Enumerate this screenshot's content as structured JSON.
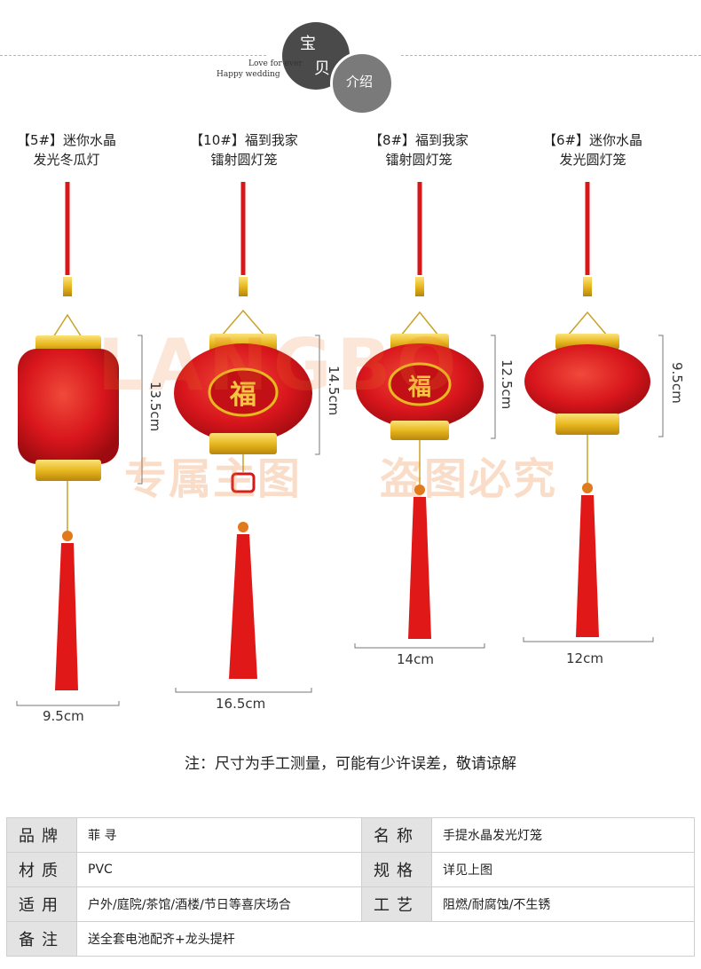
{
  "header": {
    "title_char1": "宝",
    "title_char2": "贝",
    "title_sub": "介绍",
    "tagline1": "Love for ever",
    "tagline2": "Happy wedding"
  },
  "products": [
    {
      "label_line1": "【5#】迷你水晶",
      "label_line2": "发光冬瓜灯",
      "height": "13.5cm",
      "width": "9.5cm"
    },
    {
      "label_line1": "【10#】福到我家",
      "label_line2": "镭射圆灯笼",
      "height": "14.5cm",
      "width": "16.5cm"
    },
    {
      "label_line1": "【8#】福到我家",
      "label_line2": "镭射圆灯笼",
      "height": "12.5cm",
      "width": "14cm"
    },
    {
      "label_line1": "【6#】迷你水晶",
      "label_line2": "发光圆灯笼",
      "height": "9.5cm",
      "width": "12cm"
    }
  ],
  "lantern_char": "福",
  "watermark": {
    "brand": "LANGBO",
    "left": "专属主图",
    "right": "盗图必究"
  },
  "note": "注：尺寸为手工测量，可能有少许误差，敬请谅解",
  "specs": [
    {
      "k1": "品牌",
      "v1": "菲 寻",
      "k2": "名称",
      "v2": "手提水晶发光灯笼"
    },
    {
      "k1": "材质",
      "v1": "PVC",
      "k2": "规格",
      "v2": "详见上图"
    },
    {
      "k1": "适用",
      "v1": "户外/庭院/茶馆/酒楼/节日等喜庆场合",
      "k2": "工艺",
      "v2": "阻燃/耐腐蚀/不生锈"
    },
    {
      "k1": "备注",
      "v1": "送全套电池配齐+龙头提杆"
    }
  ],
  "colors": {
    "lantern_red": "#d8161c",
    "gold": "#e8b820",
    "tassel": "#e01818",
    "badge_dark": "#4a4a4a"
  }
}
